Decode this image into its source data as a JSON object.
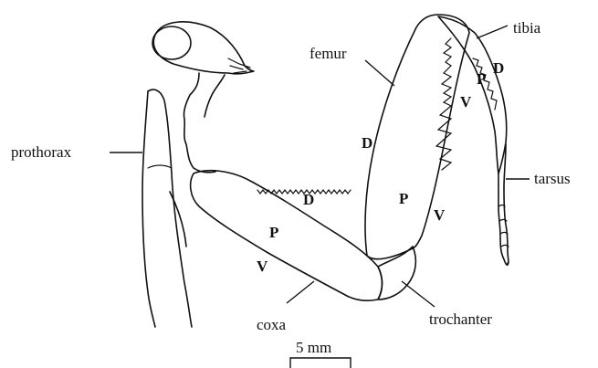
{
  "labels": {
    "prothorax": "prothorax",
    "femur": "femur",
    "tibia": "tibia",
    "tarsus": "tarsus",
    "coxa": "coxa",
    "trochanter": "trochanter"
  },
  "orientation_letters": {
    "coxa_d": "D",
    "coxa_p": "P",
    "coxa_v": "V",
    "femur_d": "D",
    "femur_p": "P",
    "femur_v": "V",
    "tibia_p": "P",
    "tibia_d": "D",
    "tibia_v": "V"
  },
  "scale_bar": {
    "label": "5 mm"
  },
  "colors": {
    "ink": "#111111",
    "background": "#ffffff"
  }
}
